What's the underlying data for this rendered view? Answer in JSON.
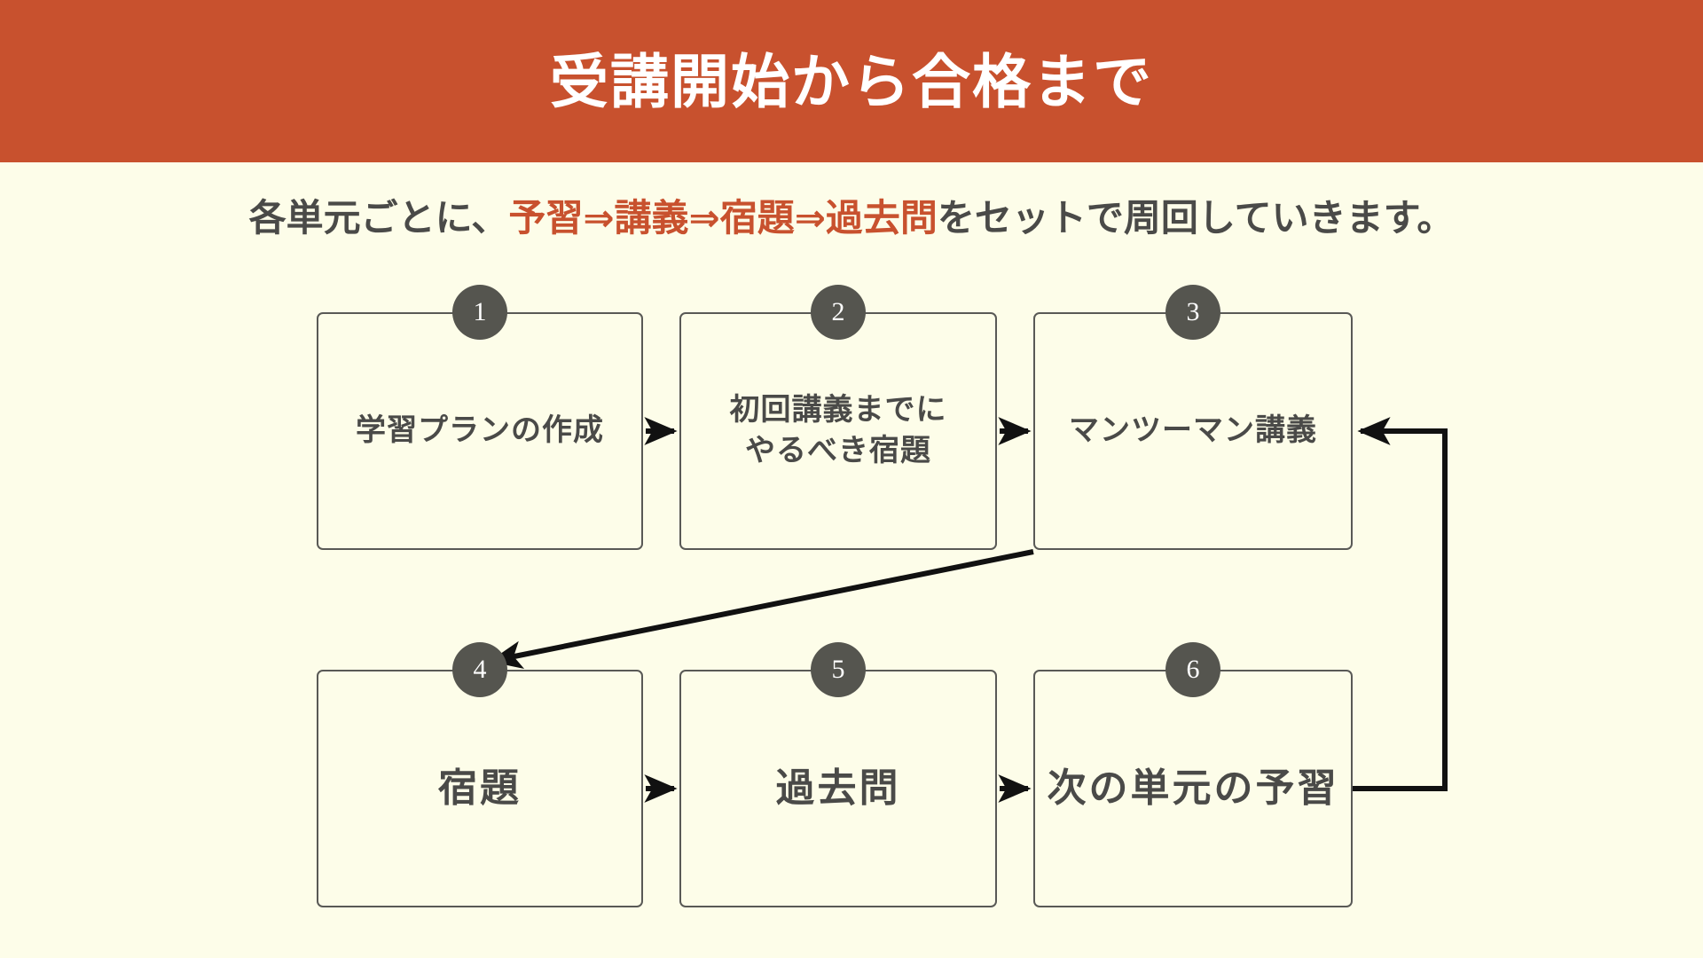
{
  "header": {
    "title": "受講開始から合格まで",
    "background_color": "#c8512e",
    "text_color": "#ffffff"
  },
  "subtitle": {
    "prefix": "各単元ごとに、",
    "accent": "予習⇒講義⇒宿題⇒過去問",
    "suffix": "をセットで周回していきます。",
    "accent_color": "#c8512e",
    "text_color": "#4a4a48"
  },
  "page": {
    "background_color": "#fdfde9"
  },
  "flow": {
    "badge_color": "#55554f",
    "box_border_color": "#595956",
    "arrow_color": "#111111",
    "nodes": [
      {
        "number": "1",
        "label": "学習プランの作成",
        "size": "normal"
      },
      {
        "number": "2",
        "label": "初回講義までに\nやるべき宿題",
        "size": "normal"
      },
      {
        "number": "3",
        "label": "マンツーマン講義",
        "size": "normal"
      },
      {
        "number": "4",
        "label": "宿題",
        "size": "big"
      },
      {
        "number": "5",
        "label": "過去問",
        "size": "big"
      },
      {
        "number": "6",
        "label": "次の単元の予習",
        "size": "big"
      }
    ],
    "connections": [
      {
        "from": "1",
        "to": "2",
        "kind": "horizontal-arrow"
      },
      {
        "from": "2",
        "to": "3",
        "kind": "horizontal-arrow"
      },
      {
        "from": "3",
        "to": "4",
        "kind": "diagonal-arrow"
      },
      {
        "from": "4",
        "to": "5",
        "kind": "horizontal-arrow"
      },
      {
        "from": "5",
        "to": "6",
        "kind": "horizontal-arrow"
      },
      {
        "from": "6",
        "to": "3",
        "kind": "loop-back-arrow"
      }
    ]
  }
}
